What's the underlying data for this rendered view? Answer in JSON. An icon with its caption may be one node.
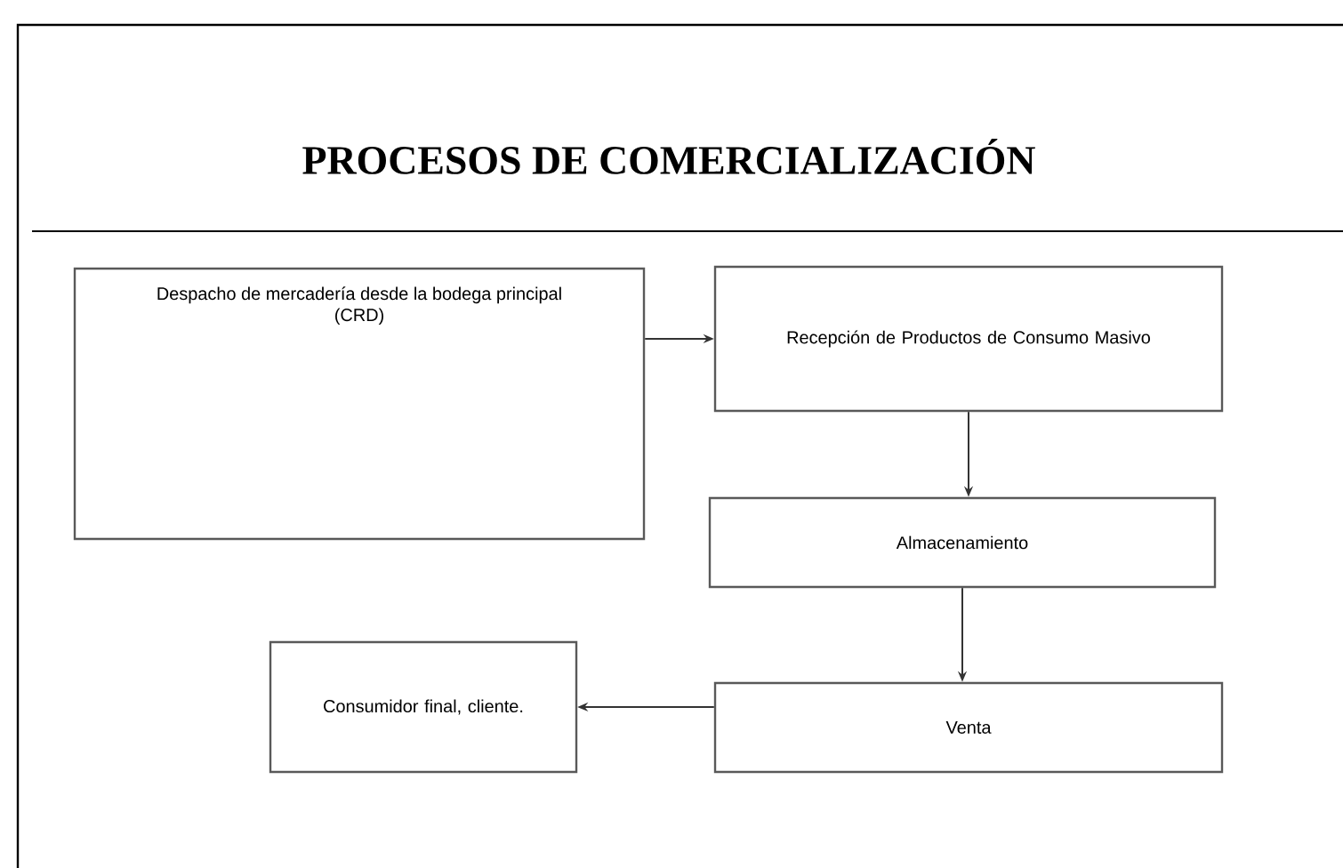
{
  "diagram": {
    "title": "PROCESOS DE COMERCIALIZACIÓN",
    "nodes": [
      {
        "text": [
          "Despacho de mercadería desde la bodega principal (CRD)"
        ]
      },
      {
        "text": [
          "Recepción de Productos de Consumo Masivo"
        ]
      },
      {
        "text": [
          "Almacenamiento"
        ]
      },
      {
        "text": [
          "Consumidor final, cliente."
        ]
      },
      {
        "text": [
          "Venta"
        ]
      }
    ],
    "edges": [
      {
        "from": 0,
        "to": 1,
        "arrow": "to"
      },
      {
        "from": 1,
        "to": 2,
        "arrow": "to"
      },
      {
        "from": 2,
        "to": 4,
        "arrow": "to"
      },
      {
        "from": 4,
        "to": 3,
        "arrow": "to"
      }
    ]
  }
}
